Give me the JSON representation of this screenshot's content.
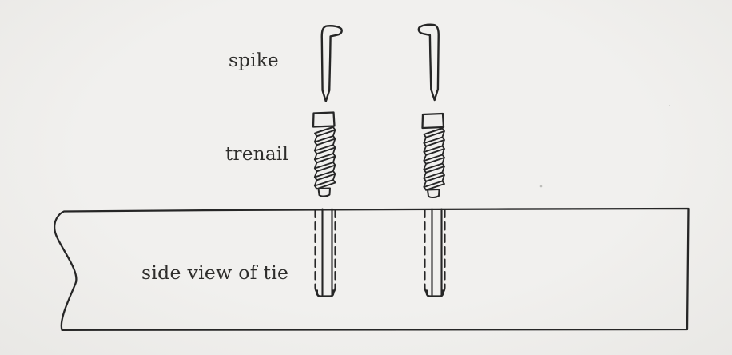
{
  "figure": {
    "labels": {
      "spike": "spike",
      "trenail": "trenail",
      "tie": "side view of tie"
    },
    "shapes": [
      "spike-drawing-left",
      "spike-drawing-right",
      "trenail-drawing-left",
      "trenail-drawing-right",
      "tie-side-view-outline",
      "bored-hole-left",
      "bored-hole-right"
    ],
    "colors": {
      "paper": "#efeeec",
      "ink": "#262626"
    }
  }
}
